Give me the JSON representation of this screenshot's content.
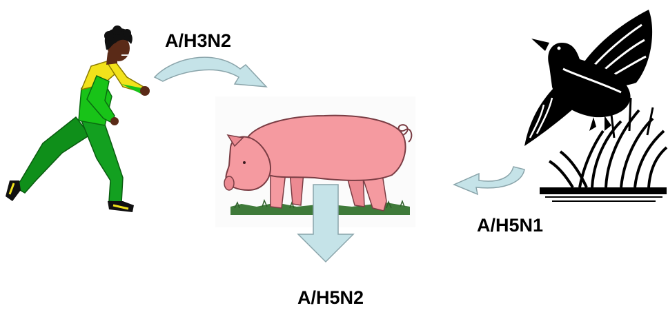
{
  "labels": {
    "human_virus": "A/H3N2",
    "bird_virus": "A/H5N1",
    "reassortant_virus": "A/H5N2"
  },
  "colors": {
    "arrow_fill": "#c5e3e8",
    "arrow_stroke": "#8aa4aa",
    "pig_body": "#f59aa0",
    "pig_outline": "#7a3d44",
    "grass": "#3f7a3a",
    "shirt_yellow": "#f2e21b",
    "shirt_green": "#18c318",
    "pants_green": "#0f8f1a",
    "skin": "#5a2a17",
    "silhouette": "#000000"
  },
  "icons": {
    "human": "running-person-icon",
    "pig": "pig-icon",
    "bird": "duck-icon"
  }
}
